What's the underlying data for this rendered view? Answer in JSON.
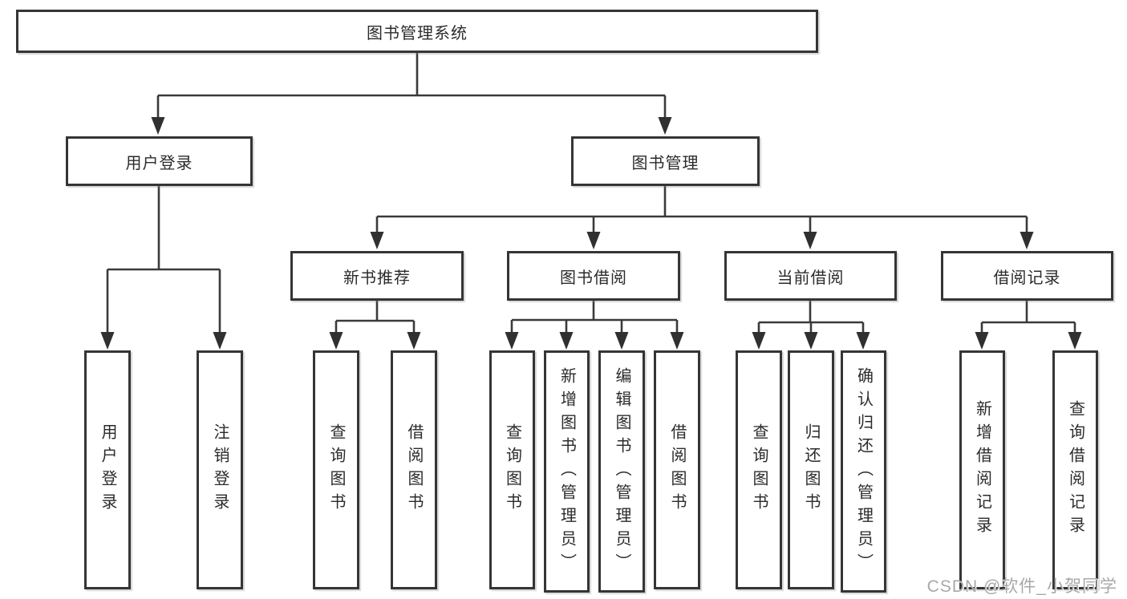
{
  "meta": {
    "background_color": "#ffffff",
    "line_color": "#3a3a3a",
    "box_border_color": "#353535",
    "text_color": "#2b2b2b",
    "watermark_color": "#a8a8a8"
  },
  "watermark": "CSDN @软件_小贺同学",
  "diagram": {
    "root": {
      "label": "图书管理系统"
    },
    "branches": [
      {
        "label": "用户登录",
        "children": [
          {
            "label": "用户登录"
          },
          {
            "label": "注销登录"
          }
        ]
      },
      {
        "label": "图书管理",
        "children": [
          {
            "label": "新书推荐",
            "children": [
              {
                "label": "查询图书"
              },
              {
                "label": "借阅图书"
              }
            ]
          },
          {
            "label": "图书借阅",
            "children": [
              {
                "label": "查询图书"
              },
              {
                "label": "新增图书（管理员）"
              },
              {
                "label": "编辑图书（管理员）"
              },
              {
                "label": "借阅图书"
              }
            ]
          },
          {
            "label": "当前借阅",
            "children": [
              {
                "label": "查询图书"
              },
              {
                "label": "归还图书"
              },
              {
                "label": "确认归还（管理员）"
              }
            ]
          },
          {
            "label": "借阅记录",
            "children": [
              {
                "label": "新增借阅记录"
              },
              {
                "label": "查询借阅记录"
              }
            ]
          }
        ]
      }
    ]
  }
}
